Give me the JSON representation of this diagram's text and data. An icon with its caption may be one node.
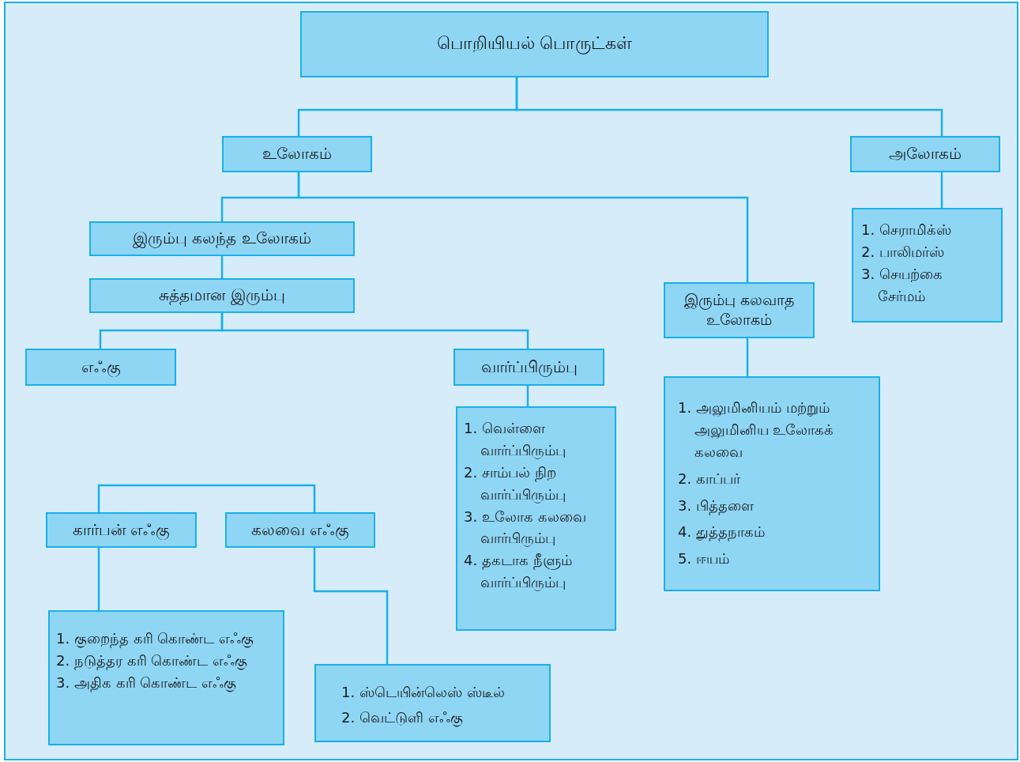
{
  "diagram": {
    "nodes": [
      {
        "text": [
          "பொறியியல் பொருட்கள்"
        ]
      },
      {
        "text": [
          "உலோகம்"
        ]
      },
      {
        "text": [
          "அலோகம்"
        ]
      },
      {
        "text": [
          "1. செராமிக்ஸ்",
          "2. பாலிமர்ஸ்",
          "3. செயற்கை சேர்மம்"
        ]
      },
      {
        "text": [
          "இரும்பு கலந்த உலோகம்"
        ]
      },
      {
        "text": [
          "சுத்தமான இரும்பு"
        ]
      },
      {
        "text": [
          "இரும்பு கலவாத உலோகம்"
        ]
      },
      {
        "text": [
          "எஃகு"
        ]
      },
      {
        "text": [
          "வார்ப்பிரும்பு"
        ]
      },
      {
        "text": [
          "1. வெள்ளை வார்ப்பிரும்பு",
          "2. சாம்பல் நிற வார்ப்பிரும்பு",
          "3. உலோக கலவை வார்பிரும்பு",
          "4. தகடாக நீளும் வார்ப்பிரும்பு"
        ]
      },
      {
        "text": [
          "1. அலுமினியம் மற்றும் அலுமினிய உலோகக் கலவை",
          "2. காப்பர்",
          "3. பித்தளை",
          "4. துத்தநாகம்",
          "5. ஈயம்"
        ]
      },
      {
        "text": [
          "கார்பன் எஃகு"
        ]
      },
      {
        "text": [
          "கலவை எஃகு"
        ]
      },
      {
        "text": [
          "1. குறைந்த கரி கொண்ட எஃகு",
          "2. நடுத்தர கரி கொண்ட எஃகு",
          "3. அதிக கரி கொண்ட எஃகு"
        ]
      },
      {
        "text": [
          "1. ஸ்டெயின்லெஸ் ஸ்டீல்",
          "2. வெட்டுளி எஃகு"
        ]
      }
    ],
    "edges": [
      {
        "from": 0,
        "to": 1,
        "arrow": "none"
      },
      {
        "from": 0,
        "to": 2,
        "arrow": "none"
      },
      {
        "from": 2,
        "to": 3,
        "arrow": "none"
      },
      {
        "from": 1,
        "to": 4,
        "arrow": "none"
      },
      {
        "from": 1,
        "to": 6,
        "arrow": "none"
      },
      {
        "from": 4,
        "to": 5,
        "arrow": "none"
      },
      {
        "from": 5,
        "to": 7,
        "arrow": "none"
      },
      {
        "from": 5,
        "to": 8,
        "arrow": "none"
      },
      {
        "from": 8,
        "to": 9,
        "arrow": "none"
      },
      {
        "from": 6,
        "to": 10,
        "arrow": "none"
      },
      {
        "from": 11,
        "to": 12,
        "arrow": "none"
      },
      {
        "from": 11,
        "to": 13,
        "arrow": "none"
      },
      {
        "from": 12,
        "to": 14,
        "arrow": "none"
      }
    ]
  }
}
